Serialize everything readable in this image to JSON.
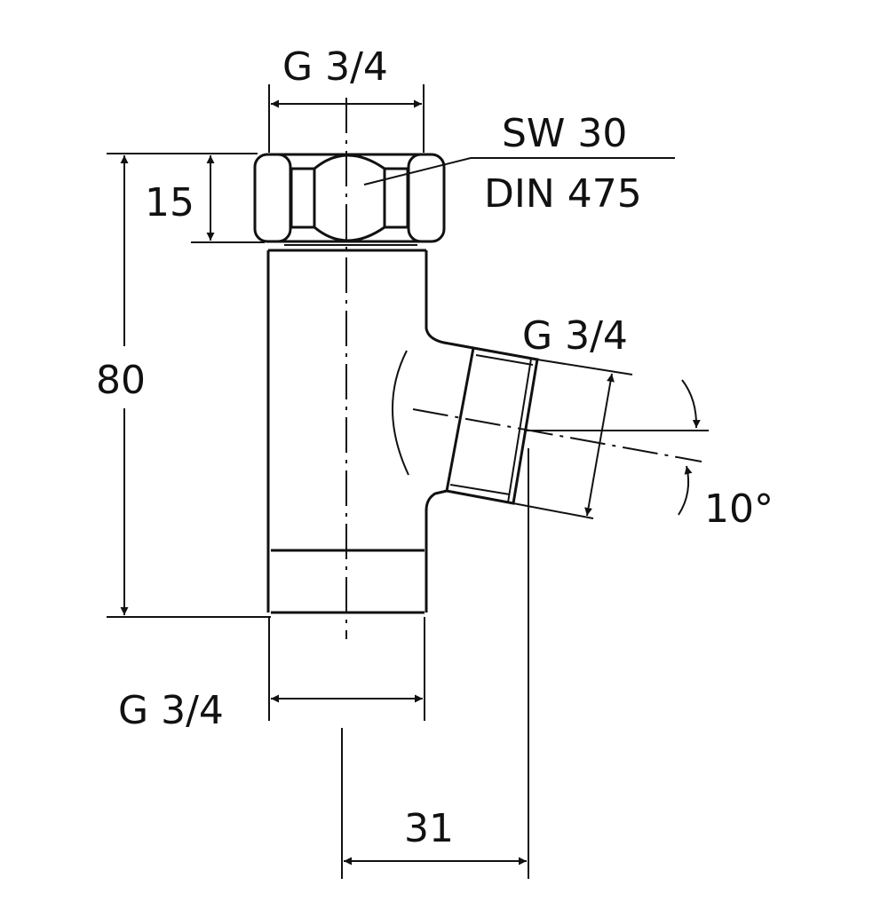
{
  "drawing": {
    "top_thread_label": "G 3/4",
    "nut_label_line1": "SW 30",
    "nut_label_line2": "DIN 475",
    "nut_height_label": "15",
    "total_height_label": "80",
    "side_thread_label": "G 3/4",
    "angle_label": "10°",
    "bottom_thread_label": "G 3/4",
    "offset_label": "31"
  }
}
